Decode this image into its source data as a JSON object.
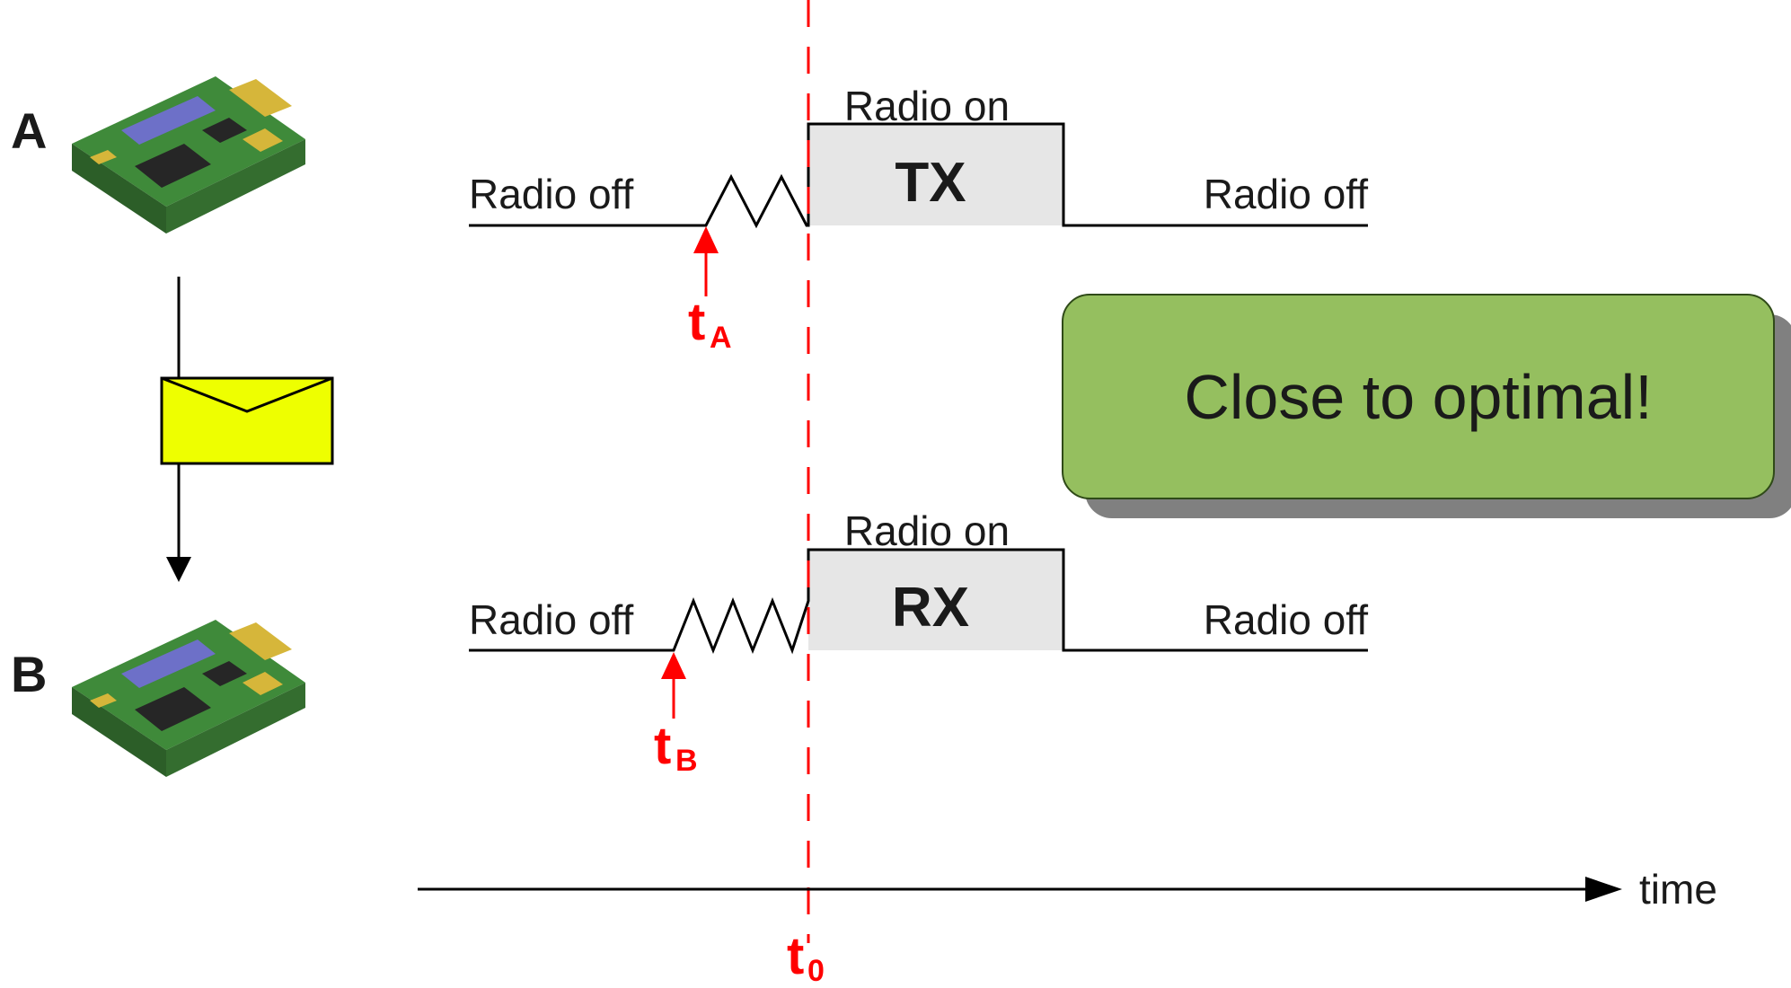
{
  "nodes": {
    "a": "A",
    "b": "B"
  },
  "node_a": {
    "left_label": "Radio off",
    "on_label": "Radio on",
    "state_label": "TX",
    "right_label": "Radio off",
    "marker_main": "t",
    "marker_sub": "A"
  },
  "node_b": {
    "left_label": "Radio off",
    "on_label": "Radio on",
    "state_label": "RX",
    "right_label": "Radio off",
    "marker_main": "t",
    "marker_sub": "B"
  },
  "t0": {
    "main": "t",
    "sub": "0"
  },
  "axis": {
    "label": "time"
  },
  "callout": {
    "text": "Close to optimal!"
  },
  "colors": {
    "marker": "#ff0000",
    "callout_fill": "#95bf5f",
    "callout_shadow": "#808080",
    "state_box": "#e6e6e6",
    "envelope": "#eeff00"
  },
  "icons": {
    "node_device": "sensor-board-icon",
    "message": "envelope-icon"
  }
}
